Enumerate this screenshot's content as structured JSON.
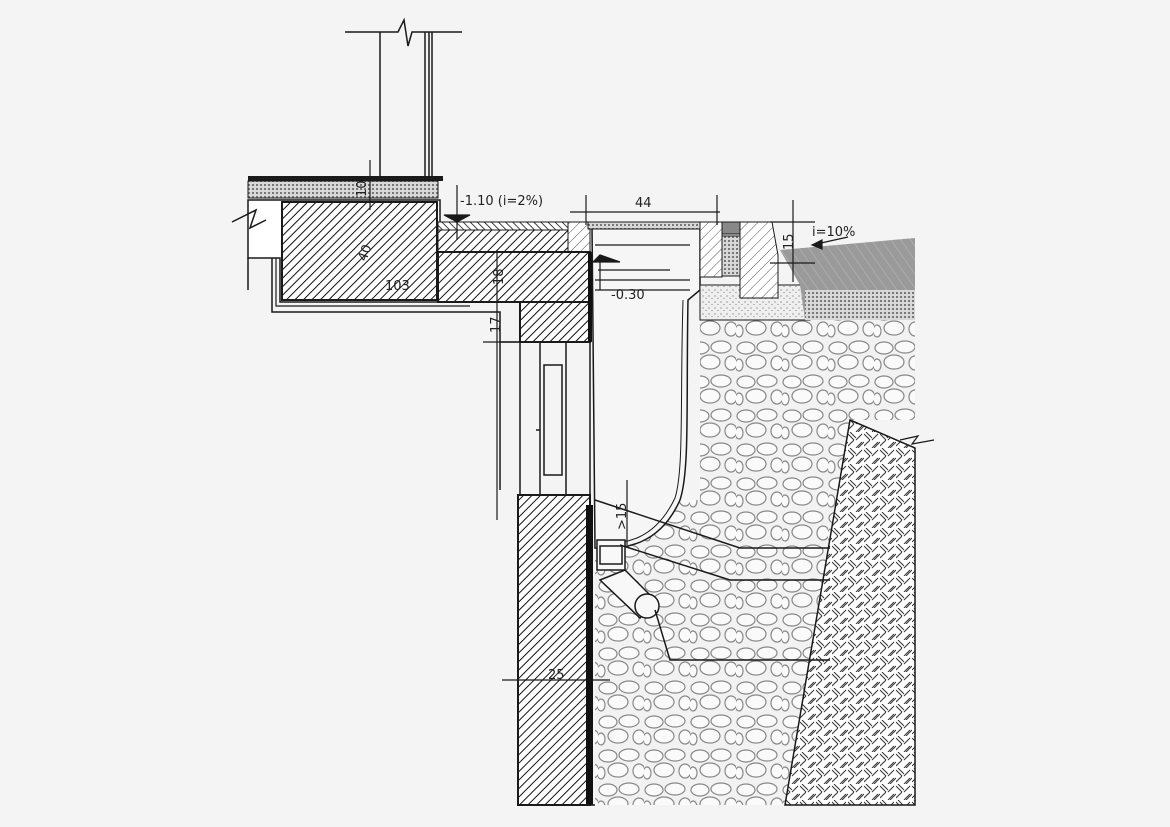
{
  "drawing": {
    "title": "Section detail - perimeter drain channel at basement wall",
    "dimensions": {
      "slab_finish": "10",
      "slab_depth": "40",
      "slab_width": "103",
      "beam_depth": "18",
      "step_height": "17",
      "level_channel": "-1.10 (i=2%)",
      "channel_width": "44",
      "level_inner": "-0.30",
      "curb_height": "15",
      "ground_slope": "i=10%",
      "pipe_clearance": ">15",
      "wall_thickness": "25"
    },
    "colors": {
      "background": "#f4f4f4",
      "line": "#1a1a1a",
      "ground_fill": "#9a9a9a"
    }
  }
}
